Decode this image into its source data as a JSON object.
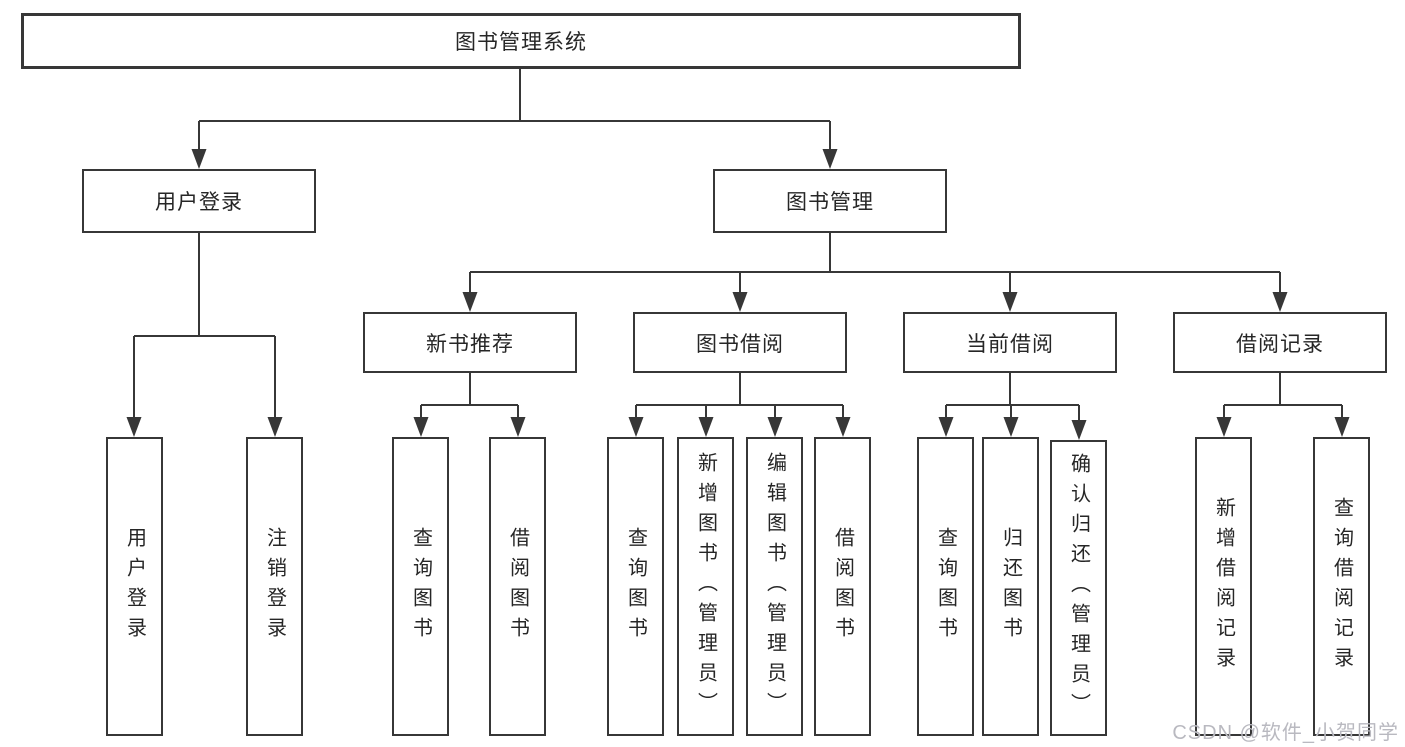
{
  "title": "图书管理系统",
  "branches": [
    {
      "label": "用户登录",
      "children": [
        "用户登录",
        "注销登录"
      ]
    },
    {
      "label": "图书管理",
      "sections": [
        {
          "label": "新书推荐",
          "children": [
            "查询图书",
            "借阅图书"
          ]
        },
        {
          "label": "图书借阅",
          "children": [
            "查询图书",
            "新增图书（管理员）",
            "编辑图书（管理员）",
            "借阅图书"
          ]
        },
        {
          "label": "当前借阅",
          "children": [
            "查询图书",
            "归还图书",
            "确认归还（管理员）"
          ]
        },
        {
          "label": "借阅记录",
          "children": [
            "新增借阅记录",
            "查询借阅记录"
          ]
        }
      ]
    }
  ],
  "watermark": "CSDN @软件_小贺同学",
  "colors": {
    "line": "#373737",
    "text": "#262626",
    "watermark": "#b9b9c0",
    "background": "#ffffff"
  }
}
